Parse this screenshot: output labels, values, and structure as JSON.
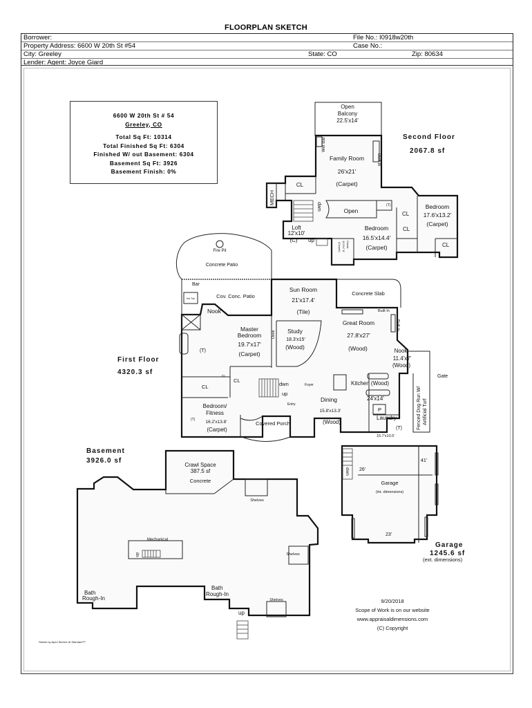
{
  "document": {
    "title": "FLOORPLAN SKETCH"
  },
  "header": {
    "borrower_label": "Borrower:",
    "file_no": "File No.:  I0918w20th",
    "property_address": "Property Address: 6600 W 20th St #54",
    "case_no": "Case No.:",
    "city": "City: Greeley",
    "state": "State: CO",
    "zip": "Zip: 80634",
    "lender": "Lender: Agent:  Joyce Giard"
  },
  "summary": {
    "address": "6600 W 20th St # 54",
    "city": "Greeley, CO",
    "total_sqft": "Total Sq Ft:  10314",
    "total_finished": "Total Finished Sq Ft:  6304",
    "finished_wo_basement": "Finished W/ out Basement:  6304",
    "basement_sqft": "Basement Sq Ft:  3926",
    "basement_finish": "Basement Finish:  0%"
  },
  "floors": {
    "second": {
      "name": "Second Floor",
      "area": "2067.8 sf"
    },
    "first": {
      "name": "First Floor",
      "area": "4320.3 sf"
    },
    "basement": {
      "name": "Basement",
      "area": "3926.0 sf"
    },
    "garage": {
      "name": "Garage",
      "area": "1245.6 sf",
      "note": "(ext. dimensions)"
    }
  },
  "second_floor": {
    "balcony": [
      "Open",
      "Balcony",
      "22.5'x14'"
    ],
    "wet_bar": "Wet Bar",
    "built_in": "Built In",
    "family_room": [
      "Family Room",
      "26'x21'",
      "(Carpet)"
    ],
    "cl1": "CL",
    "mech": "MECH",
    "dwn": "dwn",
    "open": "Open",
    "toilet": "(T)",
    "cl2": "CL",
    "bedroom1": [
      "Bedroom",
      "17.6'x13.2'",
      "(Carpet)"
    ],
    "loft": [
      "Loft",
      "12'x10'",
      "(C)"
    ],
    "up": "up",
    "closet_small": [
      "Closet",
      "10.5'x7.8'",
      "(Carpet)"
    ],
    "bedroom2": [
      "Bedroom",
      "16.5'x14.4'",
      "(Carpet)"
    ],
    "cl3": "CL",
    "cl4": "CL"
  },
  "first_floor": {
    "fire_pit": "Fire Pit",
    "concrete_patio": "Concrete Patio",
    "bar": "Bar",
    "hot_tub": "Hot Tub",
    "cov_patio": "Cov. Conc. Patio",
    "sun_room": [
      "Sun Room",
      "21'x17.4'",
      "(Tile)"
    ],
    "concrete_slab": "Concrete Slab",
    "built_in1": "Built In",
    "built_in2": "Built In",
    "nook1": "Nook",
    "master": [
      "Master",
      "Bedroom",
      "19.7'x17'",
      "(Carpet)"
    ],
    "master_t": "(T)",
    "desk": "Desk",
    "study": [
      "Study",
      "18.3'x15'",
      "(Wood)"
    ],
    "great_room": [
      "Great Room",
      "27.8'x27'",
      "(Wood)"
    ],
    "nook2": [
      "Nook",
      "11.4'x7'",
      "(Wood)"
    ],
    "gate": "Gate",
    "dog_run": [
      "Fenced Dog Run W/",
      "Artificial Turf"
    ],
    "cl1": "CL",
    "cl2": "CL",
    "cl3": "CL",
    "dwn": "dwn",
    "up": "up",
    "foyer": "Foyer",
    "kitchen": [
      "Kitchen (Wood)",
      "24'x14'"
    ],
    "pantry": "P",
    "dining": [
      "Dining",
      "15.8'x13.3'",
      "(Wood)"
    ],
    "entry": "Entry",
    "laundry": [
      "Laundry",
      "(T)",
      "15.7'x10.5'"
    ],
    "bedroom": [
      "Bedroom/",
      "Fitness",
      "16.2'x13.8'",
      "(Carpet)"
    ],
    "bedroom_t": "(T)",
    "covered_porch": "Covered Porch"
  },
  "garage_plan": {
    "dim_26": "26'",
    "dim_41": "41'",
    "dim_23": "23'",
    "label": "Garage",
    "sub": "(int. dimensions)",
    "dwn": "dwn"
  },
  "basement_plan": {
    "crawl": [
      "Crawl Space",
      "387.5 sf",
      "Concrete"
    ],
    "shelves": "Shelves",
    "mechanical": "Mechanical",
    "dn": "dn",
    "bath1": [
      "Bath",
      "Rough-In"
    ],
    "bath2": [
      "Bath",
      "Rough-In"
    ],
    "up": "up"
  },
  "footer": {
    "date": "9/20/2018",
    "scope": "Scope of Work is on our website",
    "website": "www.appraisaldimensions.com",
    "copyright": "(C) Copyright",
    "sketch_credit": "Sketch by Apex Sketch v6 Standard™"
  }
}
